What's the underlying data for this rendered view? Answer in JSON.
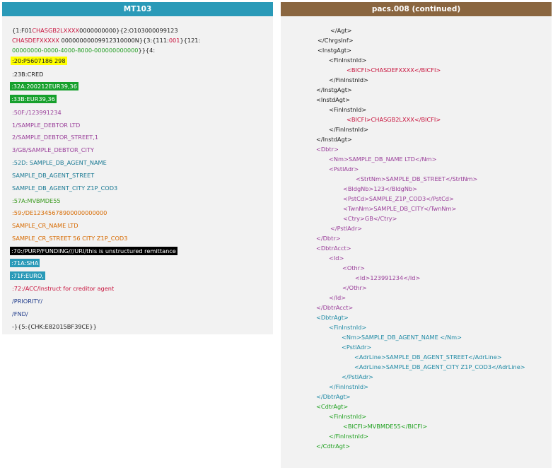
{
  "mt103": {
    "title": "MT103",
    "header_line1": "{1:F01",
    "header_bic": "CHASGB2LXXXX",
    "header_rest1": "0000000000}{2:O103000099123",
    "receiver_bic": "CHASDEFXXXXX",
    "header_rest2": " 00000000009912310000N}{3:{111:",
    "stp_code": "001",
    "header_rest3": "}{121:",
    "uetr": "00000000-0000-4000-8000-000000000000",
    "header_end": "}}{4:",
    "f20": ":20:P5607186 298",
    "f23b": ":23B:CRED",
    "f32a": ":32A:200212EUR39,36",
    "f33b": ":33B:EUR39,36",
    "f50f": ":50F:/123991234",
    "debtor_name": "1/SAMPLE_DEBTOR LTD",
    "debtor_street": "2/SAMPLE_DEBTOR_STREET,1",
    "debtor_city": "3/GB/SAMPLE_DEBTOR_CITY",
    "f52d": ":52D: SAMPLE_DB_AGENT_NAME",
    "db_agent_street": "SAMPLE_DB_AGENT_STREET",
    "db_agent_city": "SAMPLE_DB_AGENT_CITY Z1P_COD3",
    "f57a": ":57A:MVBMDE55",
    "f59": ":59:/DE12345678900000000000",
    "cr_name": "SAMPLE_CR_NAME LTD",
    "cr_street": "SAMPLE_CR_STREET 56 CITY Z1P_COD3",
    "f70": ":70:/PURP/FUNDING///URI/this is unstructured remittance",
    "f71a": ":71A:SHA",
    "f71f": ":71F:EURO,",
    "f72": ":72:/ACC/Instruct for creditor agent",
    "f72_priority": "/PRIORITY/",
    "f72_fnd": "/FND/",
    "trailer": "-}{5:{CHK:E82015BF39CE}}"
  },
  "pacs008": {
    "title": "pacs.008 (continued)",
    "lines": [
      "</Agt>",
      "</ChrgsInf>",
      "<InstgAgt>",
      "<FinInstnId>",
      "<BICFI>CHASDEFXXXX</BICFI>",
      "</FinInstnId>",
      "</InstgAgt>",
      "<InstdAgt>",
      "<FinInstnId>",
      "<BICFI>CHASGB2LXXX</BICFI>",
      "</FinInstnId>",
      "</InstdAgt>",
      "<Dbtr>",
      "<Nm>SAMPLE_DB_NAME  LTD</Nm>",
      "<PstlAdr>",
      "<StrtNm>SAMPLE_DB_STREET</StrtNm>",
      "<BldgNb>123</BldgNb>",
      "<PstCd>SAMPLE_Z1P_COD3</PstCd>",
      "<TwnNm>SAMPLE_DB_CITY</TwnNm>",
      "<Ctry>GB</Ctry>",
      "</PstlAdr>",
      "</Dbtr>",
      "<DbtrAcct>",
      "<Id>",
      "<Othr>",
      "<Id>123991234</Id>",
      "</Othr>",
      "</Id>",
      "</DbtrAcct>",
      "<DbtrAgt>",
      "<FinInstnId>",
      "<Nm>SAMPLE_DB_AGENT_NAME  </Nm>",
      "<PstlAdr>",
      "<AdrLine>SAMPLE_DB_AGENT_STREET</AdrLine>",
      "<AdrLine>SAMPLE_DB_AGENT_CITY  Z1P_COD3</AdrLine>",
      "</PstlAdr>",
      "</FinInstnId>",
      "</DbtrAgt>",
      "<CdtrAgt>",
      "<FinInstnId>",
      "<BICFI>MVBMDE55</BICFI>",
      "</FinInstnId>",
      "</CdtrAgt>"
    ]
  }
}
